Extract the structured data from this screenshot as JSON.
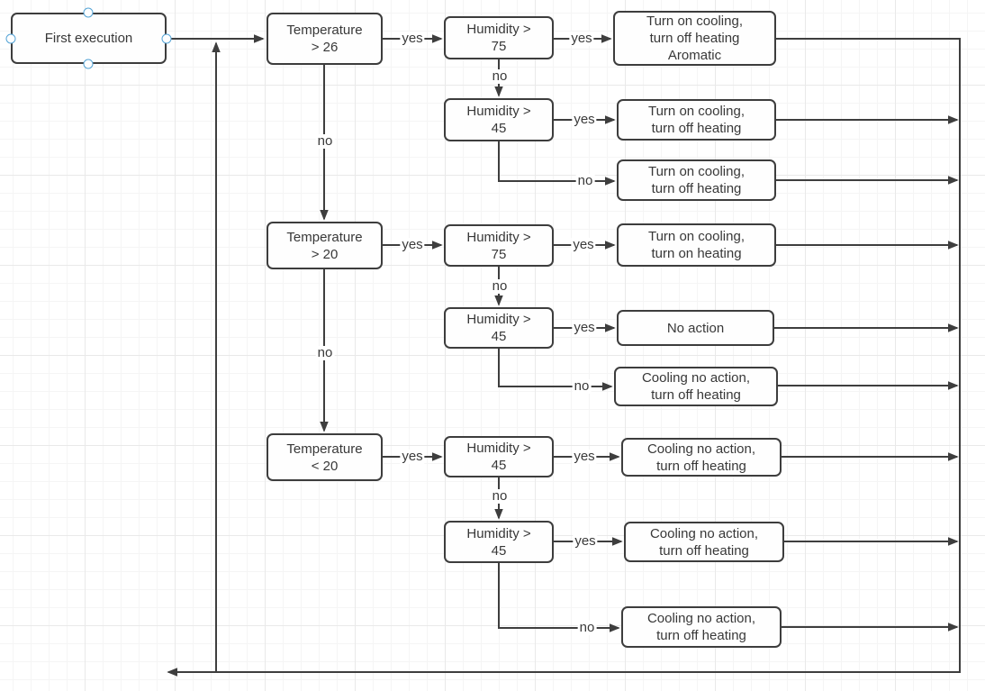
{
  "app": {
    "stroke_color": "#3e3e3e",
    "node_border_color": "#3d3d3d",
    "handle_color": "#55a4d6",
    "text_color": "#383838"
  },
  "nodes": {
    "first_execution": {
      "label": "First execution"
    },
    "temp_gt_26": {
      "label": "Temperature\n> 26"
    },
    "hum75_a": {
      "label": "Humidity >\n75"
    },
    "act_cooling_offheat_aromatic": {
      "label": "Turn on cooling,\nturn off heating\nAromatic"
    },
    "hum45_a": {
      "label": "Humidity >\n45"
    },
    "act_cooling_offheat_1": {
      "label": "Turn on cooling,\nturn off heating"
    },
    "act_cooling_offheat_2": {
      "label": "Turn on cooling,\nturn off heating"
    },
    "temp_gt_20": {
      "label": "Temperature\n> 20"
    },
    "hum75_b": {
      "label": "Humidity >\n75"
    },
    "act_cooling_onheat": {
      "label": "Turn on cooling,\nturn on heating"
    },
    "hum45_b": {
      "label": "Humidity >\n45"
    },
    "act_no_action": {
      "label": "No action"
    },
    "act_noaction_offheat_1": {
      "label": "Cooling no action,\nturn off heating"
    },
    "temp_lt_20": {
      "label": "Temperature\n< 20"
    },
    "hum45_c": {
      "label": "Humidity >\n45"
    },
    "act_noaction_offheat_2": {
      "label": "Cooling no action,\nturn off heating"
    },
    "hum45_d": {
      "label": "Humidity >\n45"
    },
    "act_noaction_offheat_3": {
      "label": "Cooling no action,\nturn off heating"
    },
    "act_noaction_offheat_4": {
      "label": "Cooling no action,\nturn off heating"
    }
  },
  "edge_labels": {
    "t26_h75a": "yes",
    "h75a_act1": "yes",
    "h75a_h45a": "no",
    "h45a_act2": "yes",
    "h45a_act3": "no",
    "t26_t20": "no",
    "t20_h75b": "yes",
    "h75b_act4": "yes",
    "h75b_h45b": "no",
    "h45b_act5": "yes",
    "h45b_act6": "no",
    "t20_tl20": "no",
    "tl20_h45c": "yes",
    "h45c_act7": "yes",
    "h45c_h45d": "no",
    "h45d_act8": "yes",
    "h45d_act9": "no"
  }
}
